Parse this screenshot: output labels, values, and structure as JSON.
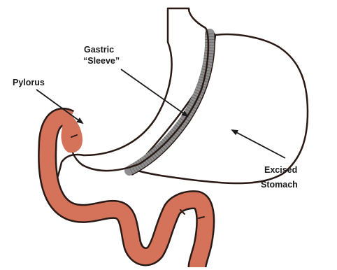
{
  "labels": {
    "pylorus": "Pylorus",
    "sleeve_line1": "Gastric",
    "sleeve_line2": "“Sleeve”",
    "excised_line1": "Excised",
    "excised_line2": "Stomach"
  },
  "colors": {
    "sleeve_fill": "#d4735a",
    "excised_fill": "#f6d3cc",
    "staple_band": "#8f8f8f",
    "outline": "#2a1a16"
  }
}
